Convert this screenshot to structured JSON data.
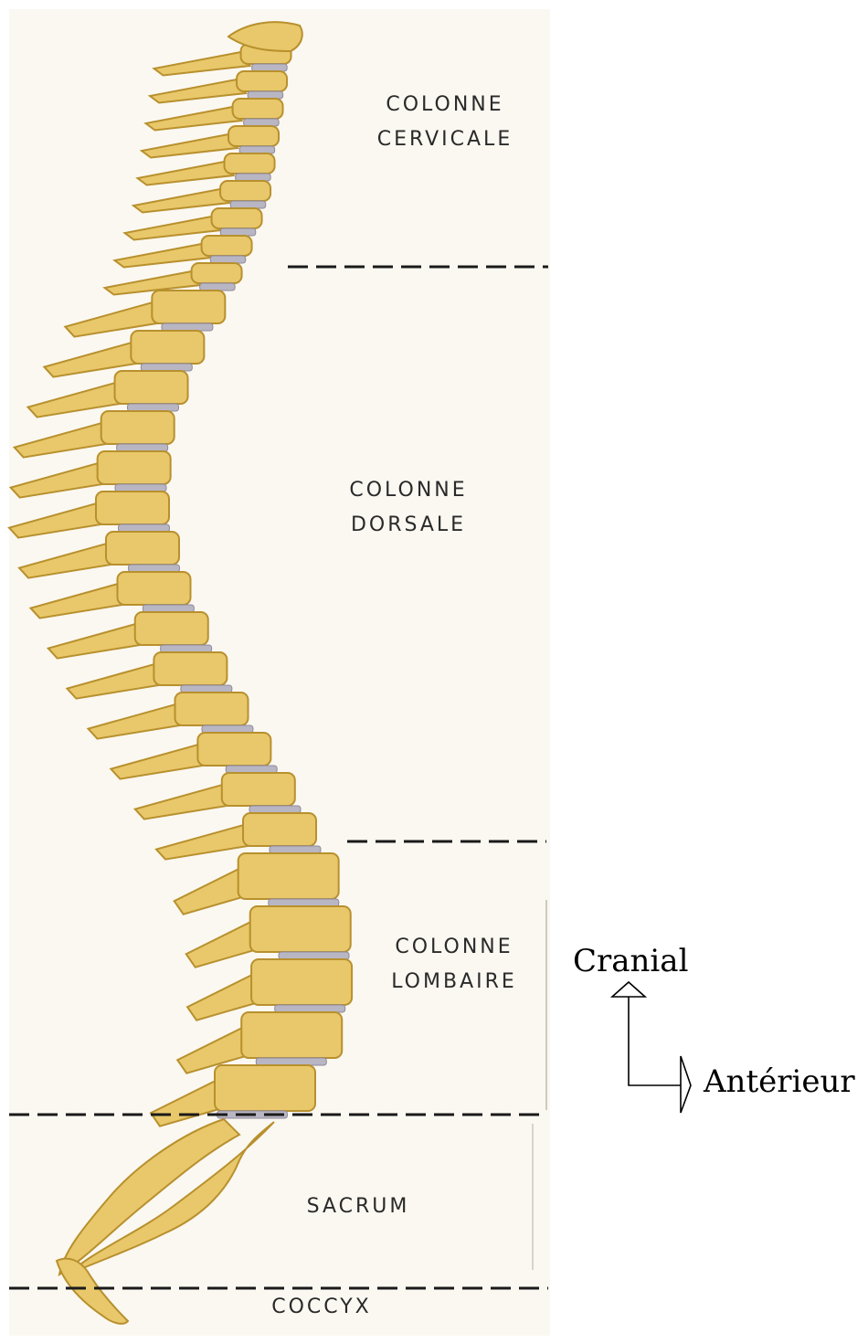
{
  "regions": {
    "cervicale": {
      "line1": "COLONNE",
      "line2": "CERVICALE"
    },
    "dorsale": {
      "line1": "COLONNE",
      "line2": "DORSALE"
    },
    "lombaire": {
      "line1": "COLONNE",
      "line2": "LOMBAIRE"
    },
    "sacrum": "SACRUM",
    "coccyx": "COCCYX"
  },
  "orientation": {
    "up": "Cranial",
    "right": "Antérieur"
  },
  "colors": {
    "bone": "#e8c86a",
    "bone_shadow": "#b8902e",
    "disc": "#b9b6c4",
    "background": "#fbf8f1",
    "line": "#1a1a1a"
  }
}
